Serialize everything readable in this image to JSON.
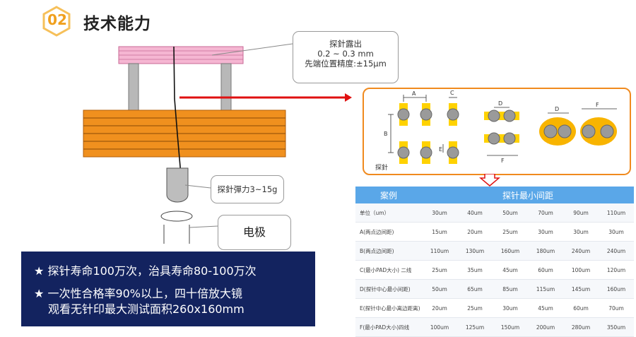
{
  "header": {
    "number": "02",
    "title": "技术能力"
  },
  "callouts": {
    "probe_exposure": [
      "探針露出",
      "0.2 ~ 0.3 mm",
      "先端位置精度:±15μm"
    ],
    "probe_spring": "探針彈力3~15g",
    "electrode": "电极"
  },
  "pad_diagram": {
    "labels": [
      "A",
      "B",
      "C",
      "D",
      "E",
      "F",
      "D",
      "F"
    ],
    "probe_label": "探針"
  },
  "banner": {
    "star": "★",
    "line1": "探针寿命100万次，治具寿命80-100万次",
    "line2": "一次性合格率90%以上，四十倍放大镜",
    "line3": "观看无针印最大测试面积260x160mm"
  },
  "table": {
    "headers": [
      "案例",
      "探针最小间距"
    ],
    "rows": [
      [
        "单位（um）",
        "30um",
        "40um",
        "50um",
        "70um",
        "90um",
        "110um"
      ],
      [
        "A(两点边间距)",
        "15um",
        "20um",
        "25um",
        "30um",
        "30um",
        "30um"
      ],
      [
        "B(两点边间距)",
        "110um",
        "130um",
        "160um",
        "180um",
        "240um",
        "240um"
      ],
      [
        "C(最小PAD大小) 二线",
        "25um",
        "35um",
        "45um",
        "60um",
        "100um",
        "120um"
      ],
      [
        "D(探针中心最小间距)",
        "50um",
        "65um",
        "85um",
        "115um",
        "145um",
        "160um"
      ],
      [
        "E(探针中心最小离边距离)",
        "20um",
        "25um",
        "30um",
        "45um",
        "60um",
        "70um"
      ],
      [
        "F(最小PAD大小)四线",
        "100um",
        "125um",
        "150um",
        "200um",
        "280um",
        "350um"
      ]
    ]
  },
  "colors": {
    "accent_orange": "#f08a1e",
    "banner_navy": "#13235f",
    "table_header": "#5aa7e8",
    "arrow_red": "#e01010"
  }
}
